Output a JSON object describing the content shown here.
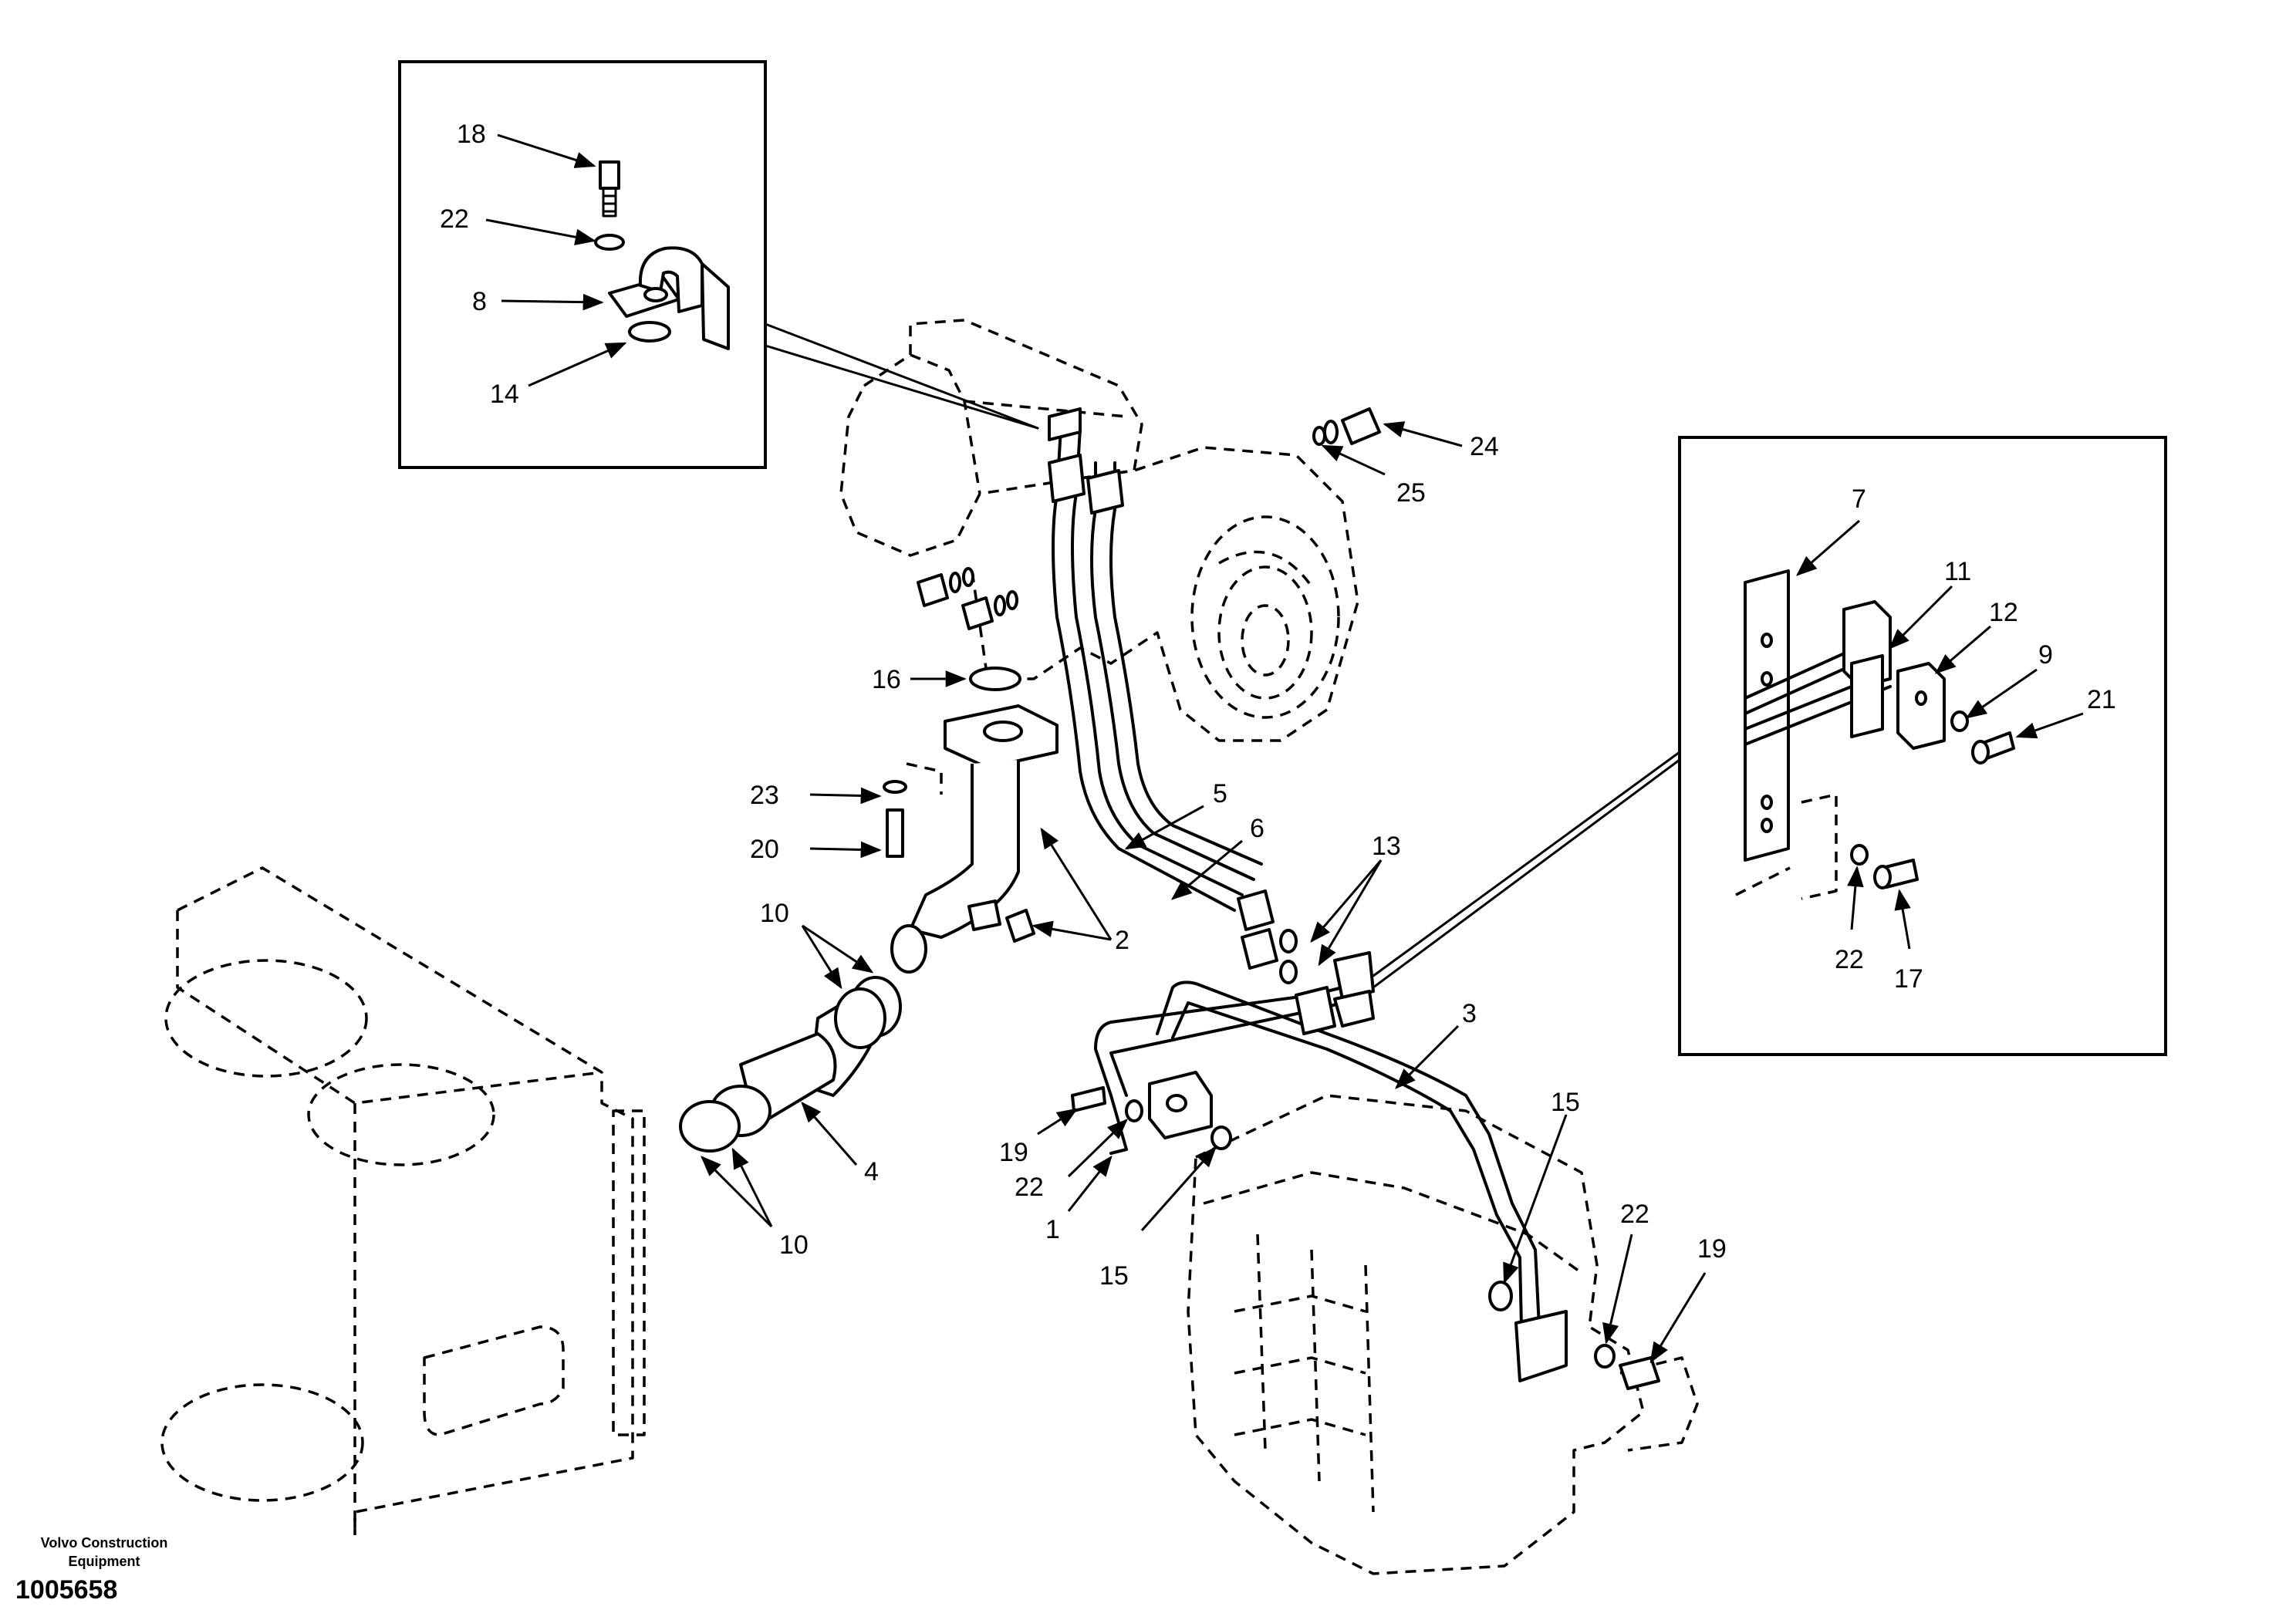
{
  "document": {
    "brand_line1": "Volvo Construction",
    "brand_line2": "Equipment",
    "figure_number": "1005658"
  },
  "callouts": {
    "c1": "1",
    "c2": "2",
    "c3": "3",
    "c4": "4",
    "c5": "5",
    "c6": "6",
    "c7": "7",
    "c8": "8",
    "c9": "9",
    "c10a": "10",
    "c10b": "10",
    "c11": "11",
    "c12": "12",
    "c13": "13",
    "c14": "14",
    "c15a": "15",
    "c15b": "15",
    "c16": "16",
    "c17": "17",
    "c18": "18",
    "c19a": "19",
    "c19b": "19",
    "c20": "20",
    "c21": "21",
    "c22a": "22",
    "c22b": "22",
    "c22c": "22",
    "c22d": "22",
    "c23": "23",
    "c24": "24",
    "c25": "25"
  }
}
